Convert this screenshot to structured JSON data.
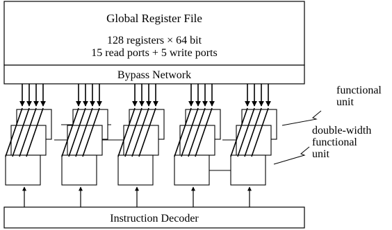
{
  "register_file": {
    "title": "Global Register File",
    "line1": "128 registers × 64 bit",
    "line2": "15 read ports + 5 write ports"
  },
  "bypass": {
    "label": "Bypass Network"
  },
  "decoder": {
    "label": "Instruction Decoder"
  },
  "annotations": {
    "functional_unit": [
      "functional",
      "unit"
    ],
    "double_width_unit": [
      "double-width",
      "functional",
      "unit"
    ]
  },
  "colors": {
    "stroke": "#000000",
    "background": "#ffffff"
  }
}
